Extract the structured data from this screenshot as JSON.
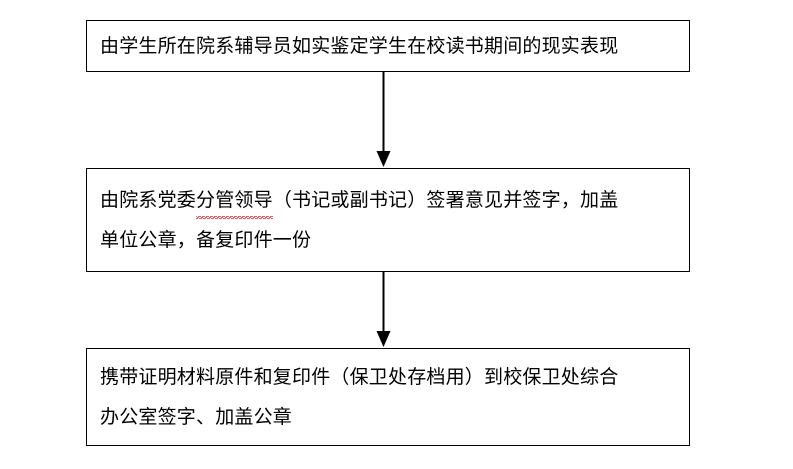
{
  "document": {
    "title": "学生证明材料办理流程",
    "background_color": "#ffffff",
    "text_color": "#000000",
    "border_color": "#000000",
    "spellcheck_underline_color": "#e02020"
  },
  "flowchart": {
    "type": "vertical-flowchart",
    "steps": [
      {
        "id": "step-1",
        "lines": [
          "由学生所在院系辅导员如实鉴定学生在校读书期间的现实表现"
        ]
      },
      {
        "id": "step-2",
        "line1_before": "由院系党委",
        "line1_spellcheck": "分管领导",
        "line1_after": "（书记或副书记）签署意见并签字，加盖",
        "line2": "单位公章，备复印件一份"
      },
      {
        "id": "step-3",
        "lines": [
          "携带证明材料原件和复印件（保卫处存档用）到校保卫处综合",
          "办公室签字、加盖公章"
        ]
      }
    ],
    "connectors": [
      {
        "id": "arrow-1",
        "from": "step-1",
        "to": "step-2",
        "direction": "down"
      },
      {
        "id": "arrow-2",
        "from": "step-2",
        "to": "step-3",
        "direction": "down"
      }
    ]
  }
}
